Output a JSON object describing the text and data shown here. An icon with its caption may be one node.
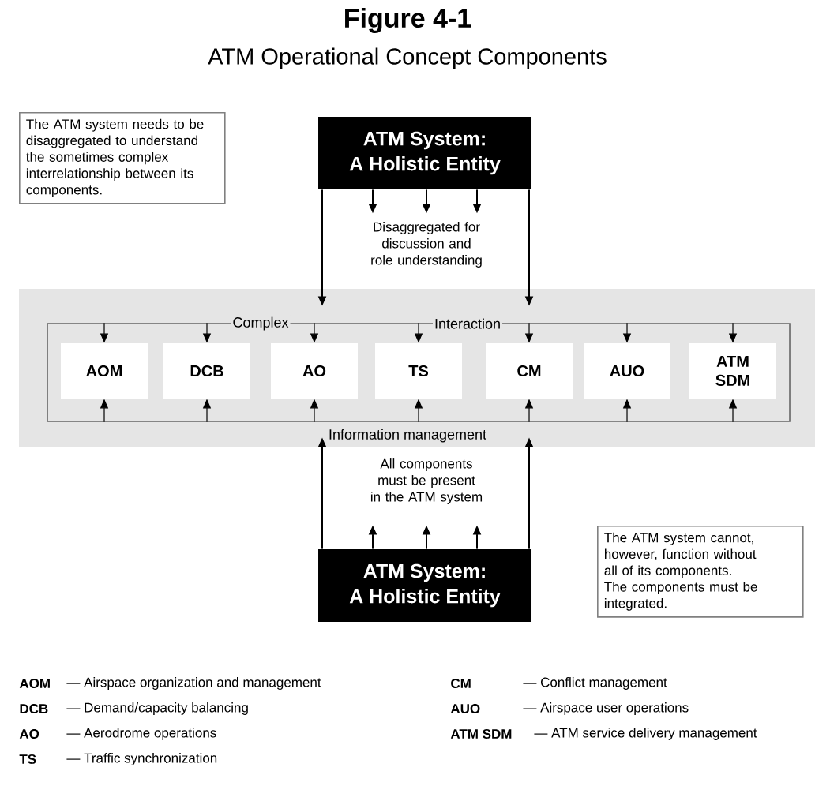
{
  "diagram": {
    "title": "Figure 4-1",
    "nodes": [
      {
        "text": [
          "ATM System:",
          "A Holistic Entity"
        ],
        "beside": [
          "Disaggregated for discussion and role understanding"
        ]
      },
      {
        "text": [
          "The ATM system needs to be disaggregated to understand the sometimes complex interrelationship between its components."
        ]
      },
      {
        "text": [
          "Information management"
        ]
      },
      {
        "text": [
          "Complex",
          "Interaction"
        ],
        "in": 2
      },
      {
        "text": [
          "AOM"
        ],
        "in": 3
      },
      {
        "text": [
          "DCB"
        ],
        "in": 3
      },
      {
        "text": [
          "AO"
        ],
        "in": 3
      },
      {
        "text": [
          "TS"
        ],
        "in": 3
      },
      {
        "text": [
          "CM"
        ],
        "in": 3
      },
      {
        "text": [
          "AUO"
        ],
        "in": 3
      },
      {
        "text": [
          "ATM SDM"
        ],
        "in": 3
      },
      {
        "text": [
          "ATM System:",
          "A Holistic Entity"
        ],
        "beside": [
          "All components must be present in the ATM system"
        ]
      },
      {
        "text": [
          "The ATM system cannot, however, function without all of its components. The components must be integrated."
        ]
      }
    ],
    "edges": [
      {
        "from": 0,
        "to": 2,
        "arrow": "to"
      },
      {
        "from": 0,
        "to": null,
        "arrow": "to"
      },
      {
        "from": 0,
        "to": null,
        "arrow": "to"
      },
      {
        "from": 0,
        "to": null,
        "arrow": "to"
      },
      {
        "from": 0,
        "to": 2,
        "arrow": "to"
      },
      {
        "from": 3,
        "to": 4,
        "arrow": "to"
      },
      {
        "from": 3,
        "to": 5,
        "arrow": "to"
      },
      {
        "from": 3,
        "to": 6,
        "arrow": "to"
      },
      {
        "from": 3,
        "to": 7,
        "arrow": "to"
      },
      {
        "from": 3,
        "to": 8,
        "arrow": "to"
      },
      {
        "from": 3,
        "to": 9,
        "arrow": "to"
      },
      {
        "from": 3,
        "to": 10,
        "arrow": "to"
      },
      {
        "from": 3,
        "to": 4,
        "arrow": "to"
      },
      {
        "from": 3,
        "to": 5,
        "arrow": "to"
      },
      {
        "from": 3,
        "to": 6,
        "arrow": "to"
      },
      {
        "from": 3,
        "to": 7,
        "arrow": "to"
      },
      {
        "from": 3,
        "to": 8,
        "arrow": "to"
      },
      {
        "from": 3,
        "to": 9,
        "arrow": "to"
      },
      {
        "from": 3,
        "to": 10,
        "arrow": "to"
      },
      {
        "from": 11,
        "to": 2,
        "arrow": "to"
      },
      {
        "from": 11,
        "to": null,
        "arrow": "to"
      },
      {
        "from": 11,
        "to": null,
        "arrow": "to"
      },
      {
        "from": 11,
        "to": null,
        "arrow": "to"
      },
      {
        "from": 11,
        "to": 2,
        "arrow": "to"
      }
    ],
    "labels": [
      "ATM Operational Concept Components",
      "AOM",
      "— Airspace organization and management",
      "CM",
      "— Conflict management",
      "DCB",
      "— Demand/capacity balancing",
      "AUO",
      "— Airspace user operations",
      "AO",
      "— Aerodrome operations",
      "ATM SDM",
      "— ATM service delivery management",
      "TS",
      "— Traffic synchronization"
    ]
  }
}
